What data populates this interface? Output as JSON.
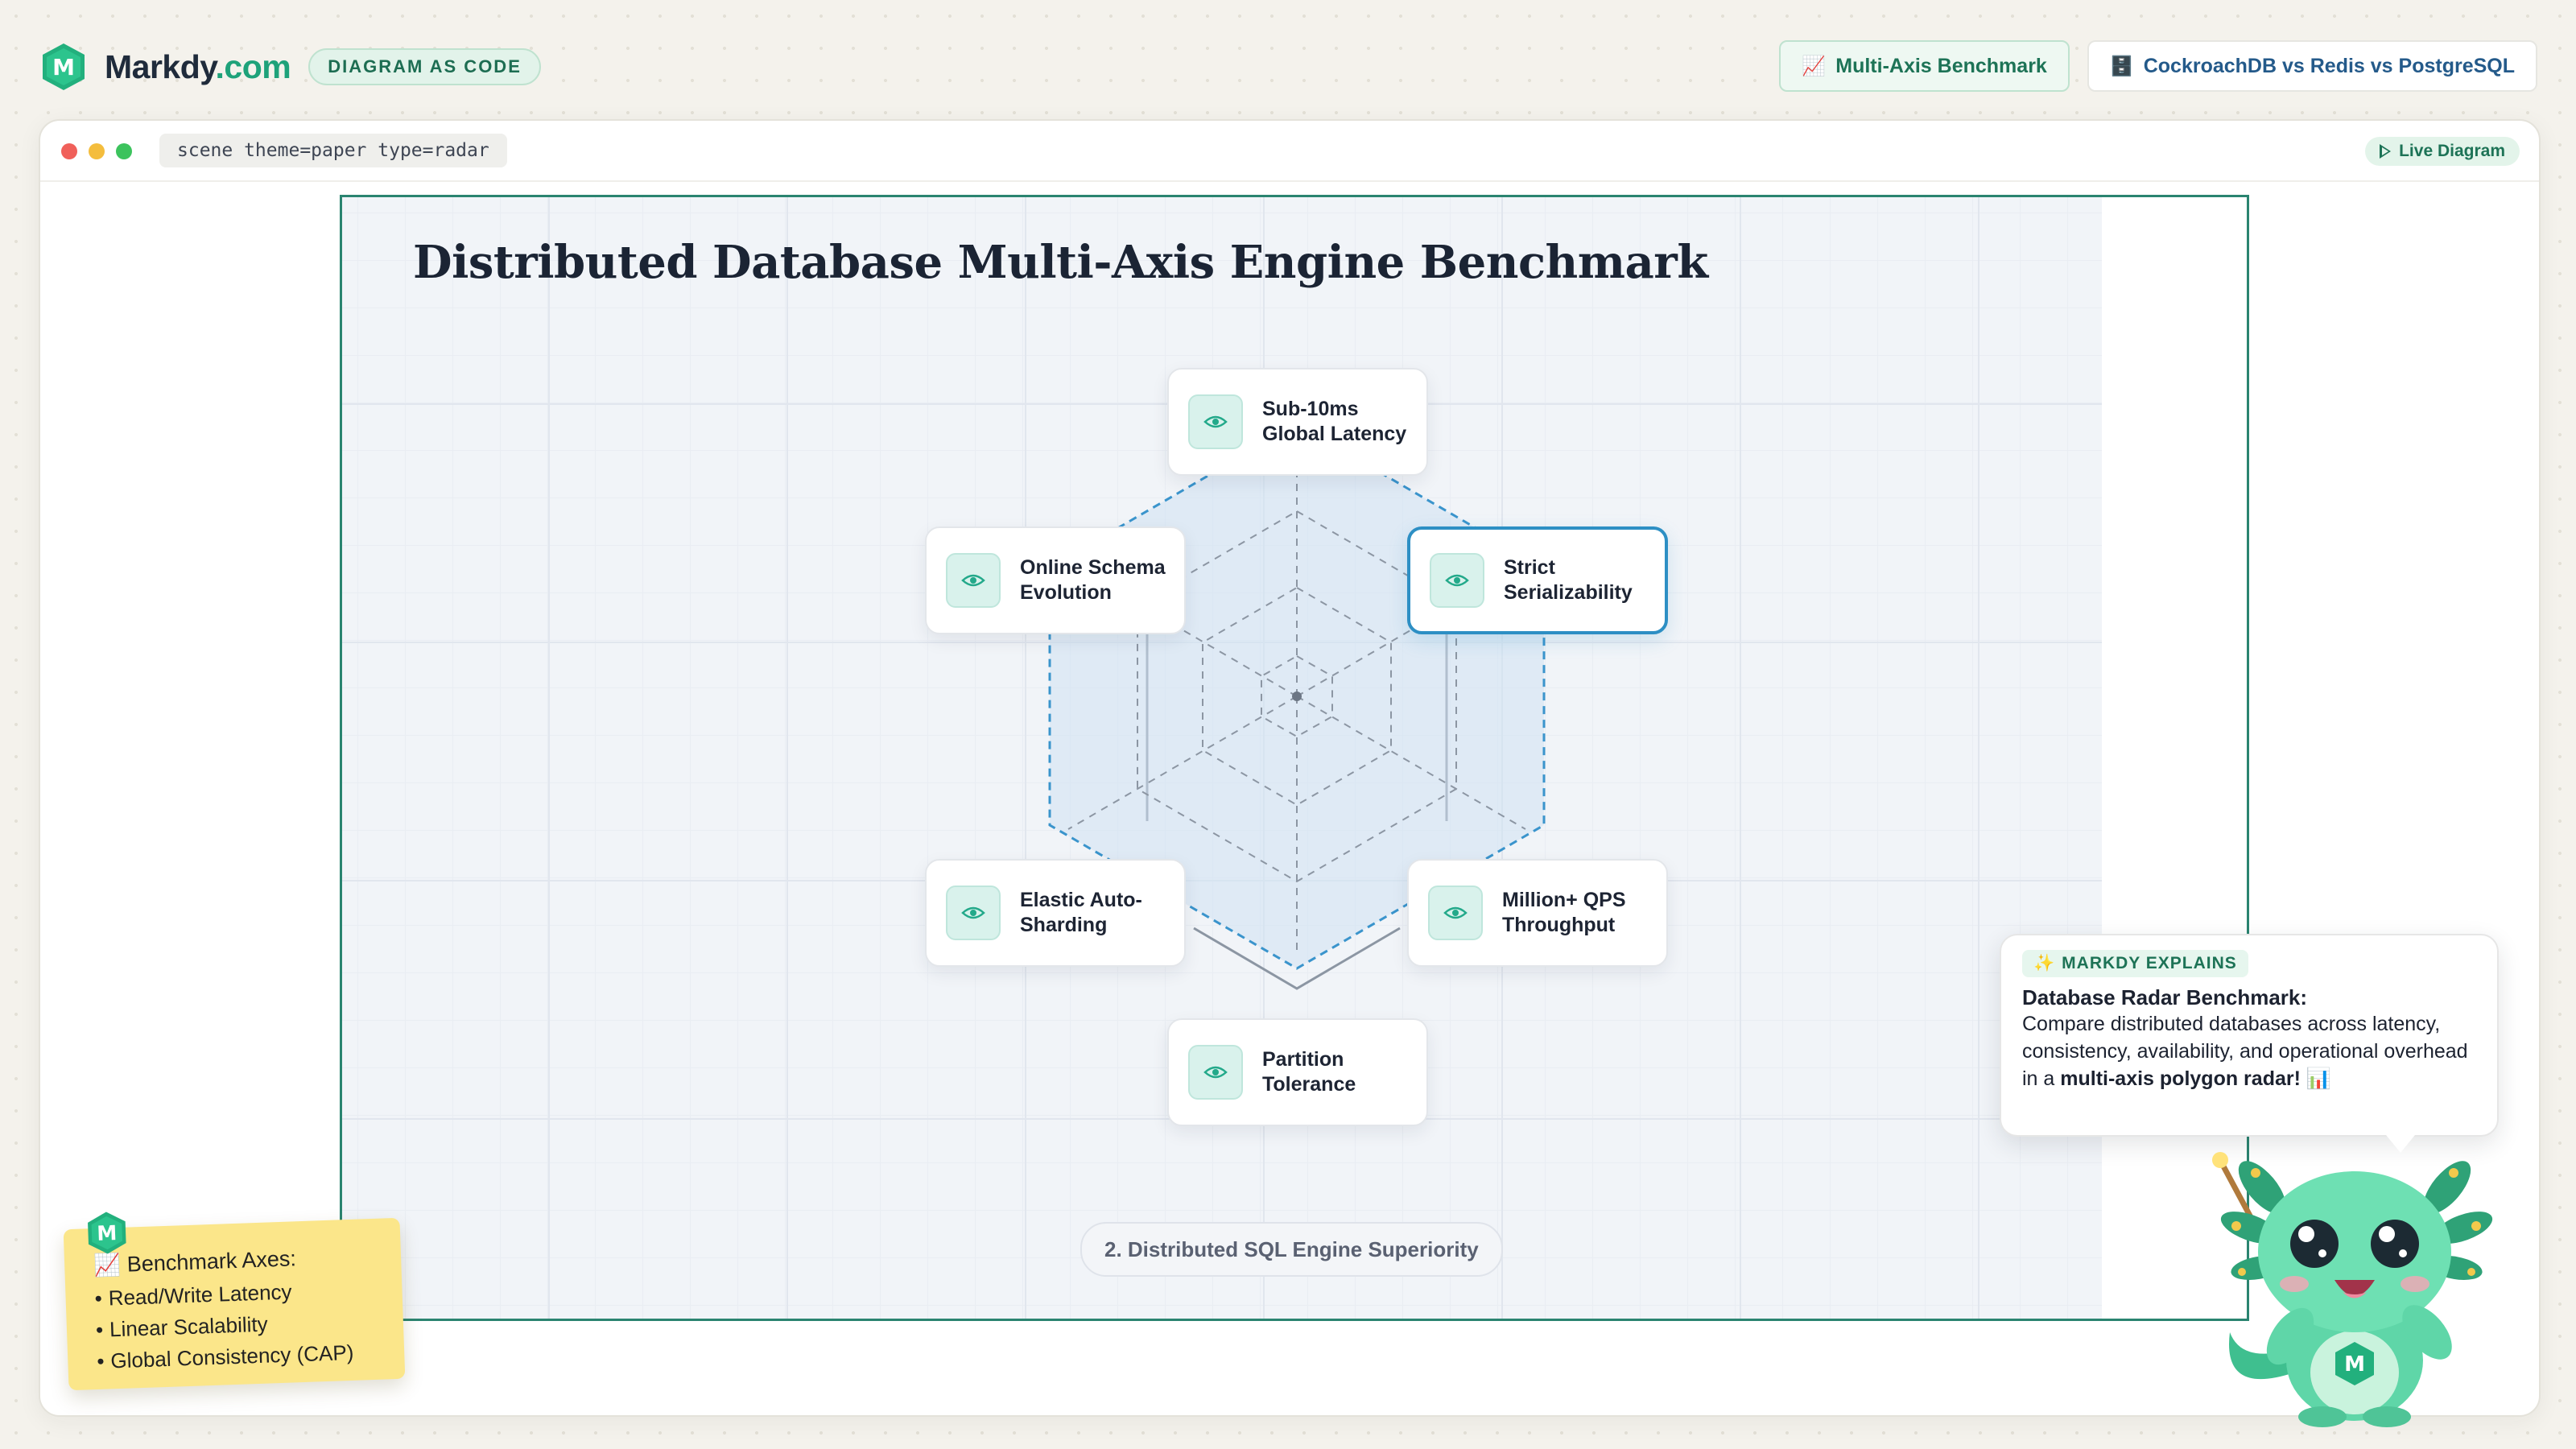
{
  "brand": {
    "name": "Markdy",
    "tld": ".com",
    "badge": "DIAGRAM AS CODE",
    "logo_letter": "M"
  },
  "top_tabs": [
    {
      "icon": "📈",
      "label": "Multi-Axis Benchmark",
      "active": true
    },
    {
      "icon": "🗄️",
      "label": "CockroachDB vs Redis vs PostgreSQL",
      "active": false
    }
  ],
  "window": {
    "scene_code": "scene theme=paper type=radar",
    "live_label": "Live Diagram"
  },
  "diagram": {
    "title": "Distributed Database Multi-Axis Engine Benchmark",
    "caption": "2. Distributed SQL Engine Superiority",
    "axes": [
      {
        "label_line1": "Sub-10ms",
        "label_line2": "Global Latency",
        "selected": false
      },
      {
        "label_line1": "Strict",
        "label_line2": "Serializability",
        "selected": true
      },
      {
        "label_line1": "Million+ QPS",
        "label_line2": "Throughput",
        "selected": false
      },
      {
        "label_line1": "Partition",
        "label_line2": "Tolerance",
        "selected": false
      },
      {
        "label_line1": "Elastic Auto-",
        "label_line2": "Sharding",
        "selected": false
      },
      {
        "label_line1": "Online Schema",
        "label_line2": "Evolution",
        "selected": false
      }
    ],
    "accent_color": "#2d8fc4",
    "frame_color": "#2a8470"
  },
  "sticky_note": {
    "icon": "📈",
    "title": "Benchmark Axes:",
    "items": [
      "Read/Write Latency",
      "Linear Scalability",
      "Global Consistency (CAP)"
    ]
  },
  "explain": {
    "icon": "✨",
    "badge": "MARKDY EXPLAINS",
    "title": "Database Radar Benchmark:",
    "text_plain": "Compare distributed databases across latency, consistency, availability, and operational overhead in a ",
    "text_bold": "multi-axis polygon radar!",
    "text_emoji": " 📊"
  },
  "mascot": {
    "name": "axolotl-mascot",
    "badge_letter": "M"
  }
}
